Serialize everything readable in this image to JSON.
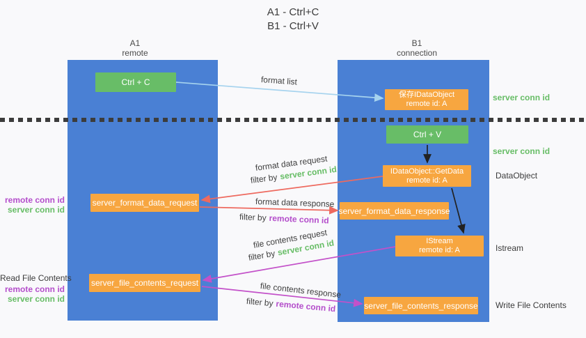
{
  "title": {
    "line1": "A1 - Ctrl+C",
    "line2": "B1 - Ctrl+V"
  },
  "columns": {
    "a1": {
      "name": "A1",
      "subtitle": "remote"
    },
    "b1": {
      "name": "B1",
      "subtitle": "connection"
    }
  },
  "nodes": {
    "ctrl_c": {
      "label": "Ctrl + C"
    },
    "ctrl_v": {
      "label": "Ctrl + V"
    },
    "save_idataobject": {
      "line1": "保存IDataObject",
      "line2": "remote id: A"
    },
    "getdata": {
      "line1": "IDataObject::GetData",
      "line2": "remote id: A"
    },
    "istream": {
      "line1": "IStream",
      "line2": "remote id: A"
    },
    "server_format_data_request": {
      "label": "server_format_data_request"
    },
    "server_format_data_response": {
      "label": "server_format_data_response"
    },
    "server_file_contents_request": {
      "label": "server_file_contents_request"
    },
    "server_file_contents_response": {
      "label": "server_file_contents_response"
    }
  },
  "arrows": {
    "format_list": {
      "label": "format list"
    },
    "format_data_request": {
      "label": "format data request",
      "filter_prefix": "filter by",
      "filter_key": "server conn id"
    },
    "format_data_response": {
      "label": "format data response",
      "filter_prefix": "filter by",
      "filter_key": "remote conn id"
    },
    "file_contents_request": {
      "label": "file contents request",
      "filter_prefix": "filter by",
      "filter_key": "server conn id"
    },
    "file_contents_response": {
      "label": "file contents response",
      "filter_prefix": "filter by",
      "filter_key": "remote conn id"
    }
  },
  "side_labels": {
    "right_server_conn_id_top": "server conn id",
    "right_server_conn_id_mid": "server conn id",
    "right_dataobject": "DataObject",
    "right_istream": "Istream",
    "right_write_file_contents": "Write File Contents",
    "left_remote_conn_id_top": "remote conn id",
    "left_server_conn_id_top": "server conn id",
    "left_read_file_contents": "Read File Contents",
    "left_remote_conn_id_bottom": "remote conn id",
    "left_server_conn_id_bottom": "server conn id"
  },
  "colors": {
    "lifeline_blue": "#4a80d4",
    "action_green": "#68bd67",
    "message_orange": "#f7a640",
    "request_red": "#ee6a5f",
    "stream_magenta": "#c351c9",
    "server_conn_green": "#67bd66",
    "remote_conn_purple": "#b44ecb",
    "format_list_blue": "#a6d3ee",
    "arrow_black": "#222222",
    "background": "#f9f9fb",
    "text_dark": "#3b3b3b"
  }
}
